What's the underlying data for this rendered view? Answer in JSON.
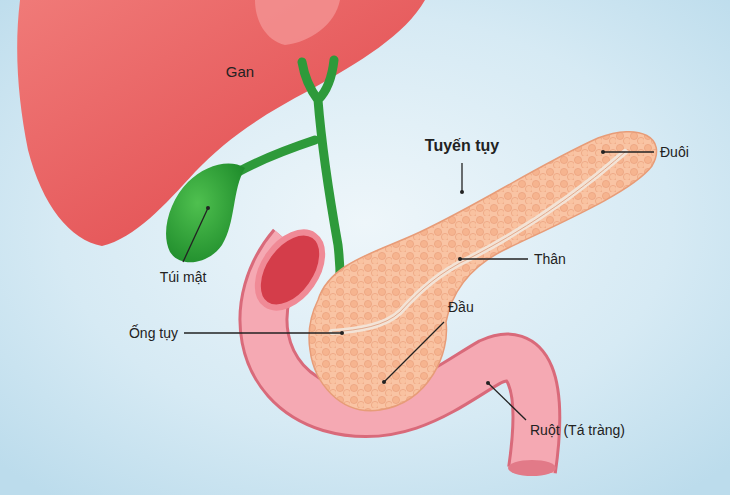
{
  "diagram": {
    "labels": [
      "Gan",
      "Tuyến tụy",
      "Đuôi",
      "Thân",
      "Túi mật",
      "Ống tụy",
      "Đầu",
      "Ruột (Tá tràng)"
    ]
  }
}
